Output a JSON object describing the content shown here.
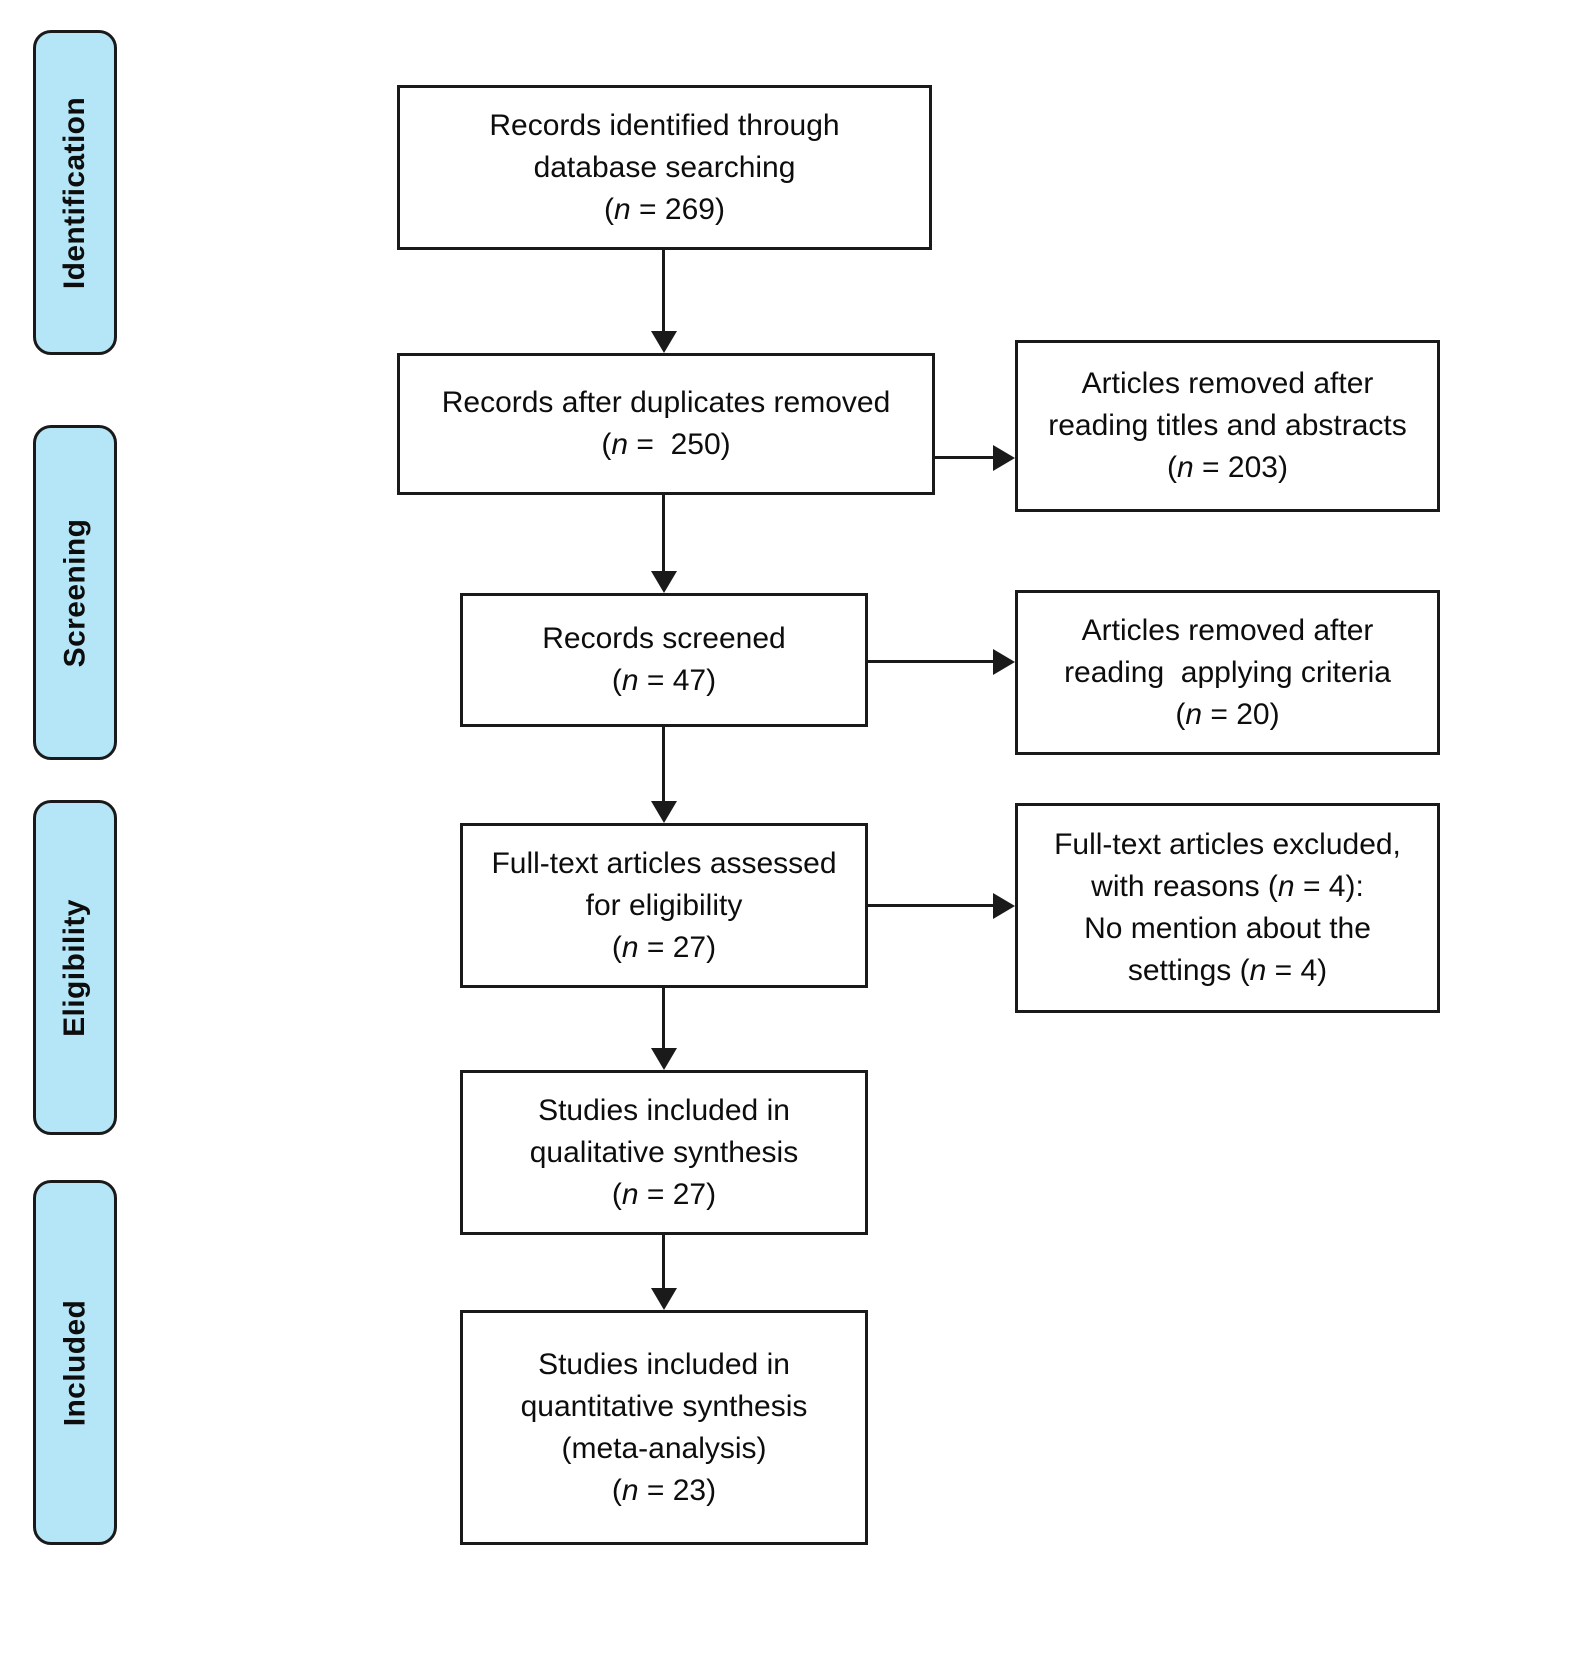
{
  "diagram": {
    "title": "PRISMA study selection flow diagram",
    "accent_color": "#b5e6f8",
    "line_color": "#1a1a1a",
    "box_fill": "#ffffff"
  },
  "stages": [
    {
      "label": "Identification"
    },
    {
      "label": "Screening"
    },
    {
      "label": "Eligibility"
    },
    {
      "label": "Included"
    }
  ],
  "main_boxes": [
    {
      "id": "records-identified",
      "line1": "Records identified through",
      "line2": "database searching",
      "n_open": "(",
      "n_var": "n",
      "n_value": " = 269)"
    },
    {
      "id": "records-after-duplicates",
      "line1": "Records after duplicates removed",
      "line2": "",
      "n_open": "(",
      "n_var": "n",
      "n_value": " =  250)"
    },
    {
      "id": "records-screened",
      "line1": "Records screened",
      "line2": "",
      "n_open": "(",
      "n_var": "n",
      "n_value": " = 47)"
    },
    {
      "id": "fulltext-assessed",
      "line1": "Full-text articles assessed",
      "line2": "for eligibility",
      "n_open": "(",
      "n_var": "n",
      "n_value": " = 27)"
    },
    {
      "id": "qualitative-synthesis",
      "line1": "Studies included in",
      "line2": "qualitative synthesis",
      "n_open": "(",
      "n_var": "n",
      "n_value": " = 27)"
    },
    {
      "id": "quantitative-synthesis",
      "line1": "Studies included in",
      "line2": "quantitative synthesis",
      "line3": "(meta-analysis)",
      "n_open": "(",
      "n_var": "n",
      "n_value": " = 23)"
    }
  ],
  "side_boxes": [
    {
      "id": "removed-titles-abstracts",
      "line1": "Articles removed after",
      "line2": "reading titles and abstracts",
      "n_open": "(",
      "n_var": "n",
      "n_value": " = 203)"
    },
    {
      "id": "removed-applying-criteria",
      "line1": "Articles removed after",
      "line2": "reading  applying criteria",
      "n_open": "(",
      "n_var": "n",
      "n_value": " = 20)"
    },
    {
      "id": "fulltext-excluded",
      "line1": "Full-text articles excluded,",
      "line2a": "with reasons (",
      "line2b": "n",
      "line2c": " = 4):",
      "line3": "No mention about the",
      "line4a": "settings (",
      "line4b": "n",
      "line4c": " = 4)"
    }
  ]
}
